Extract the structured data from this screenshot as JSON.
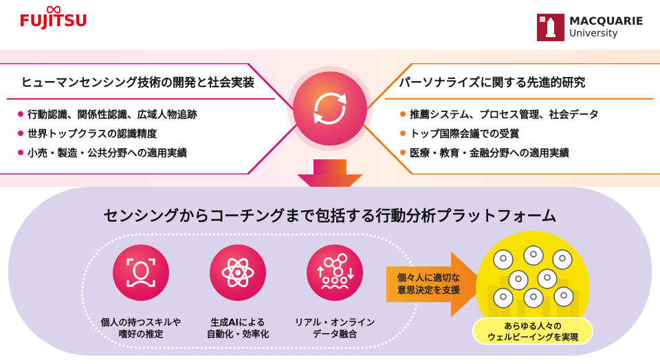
{
  "logos": {
    "left": "FUJITSU",
    "right_name": "MACQUARIE",
    "right_sub": "University"
  },
  "left_panel": {
    "title": "ヒューマンセンシング技術の開発と社会実装",
    "bullets": [
      "行動認識、関係性認識、広域人物追跡",
      "世界トップクラスの認識精度",
      "小売・製造・公共分野への適用実績"
    ],
    "color": "#d6177b"
  },
  "right_panel": {
    "title": "パーソナライズに関する先進的研究",
    "bullets": [
      "推薦システム、プロセス管理、社会データ",
      "トップ国際会議での受賞",
      "医療・教育・金融分野への適用実績"
    ],
    "color": "#f07a1a"
  },
  "platform": {
    "title": "センシングからコーチングまで包括する行動分析プラットフォーム",
    "features": [
      {
        "icon": "face-scan-icon",
        "line1": "個人の持つスキルや",
        "line2": "嗜好の推定"
      },
      {
        "icon": "atom-icon",
        "line1": "生成AIによる",
        "line2": "自動化・効率化"
      },
      {
        "icon": "network-people-icon",
        "line1": "リアル・オンライン",
        "line2": "データ融合"
      }
    ],
    "arrow_text_line1": "個々人に適切な",
    "arrow_text_line2": "意思決定を支援",
    "wellbeing_line1": "あらゆる人々の",
    "wellbeing_line2": "ウェルビーイングを実現"
  },
  "colors": {
    "magenta": "#d6177b",
    "orange": "#f07a1a",
    "lavender": "#d9d3ec",
    "yellow": "#f8e000"
  }
}
